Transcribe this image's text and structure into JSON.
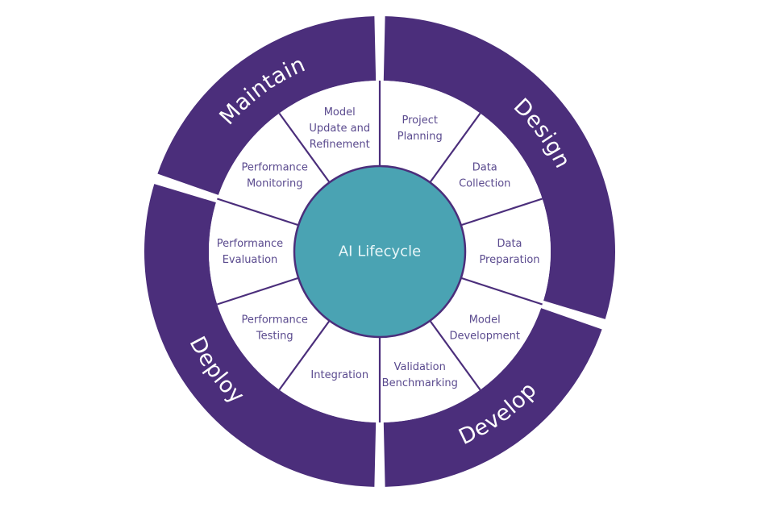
{
  "title": "AI Lifecycle",
  "colors": {
    "ring": "#4b2e7b",
    "center": "#4aa3b3",
    "step_text": "#5a4a8e",
    "phase_text": "#ffffff",
    "divider": "#4b2e7b",
    "center_text": "#e8f6f8"
  },
  "phases": [
    {
      "label": "Design",
      "start_deg": 0,
      "end_deg": 108
    },
    {
      "label": "Develop",
      "start_deg": 108,
      "end_deg": 180
    },
    {
      "label": "Deploy",
      "start_deg": 180,
      "end_deg": 288
    },
    {
      "label": "Maintain",
      "start_deg": 288,
      "end_deg": 360
    }
  ],
  "steps": [
    {
      "lines": [
        "Project",
        "Planning"
      ]
    },
    {
      "lines": [
        "Data",
        "Collection"
      ]
    },
    {
      "lines": [
        "Data",
        "Preparation"
      ]
    },
    {
      "lines": [
        "Model",
        "Development"
      ]
    },
    {
      "lines": [
        "Validation",
        "Benchmarking"
      ]
    },
    {
      "lines": [
        "Integration"
      ]
    },
    {
      "lines": [
        "Performance",
        "Testing"
      ]
    },
    {
      "lines": [
        "Performance",
        "Evaluation"
      ]
    },
    {
      "lines": [
        "Performance",
        "Monitoring"
      ]
    },
    {
      "lines": [
        "Model",
        "Update and",
        "Refinement"
      ]
    }
  ]
}
